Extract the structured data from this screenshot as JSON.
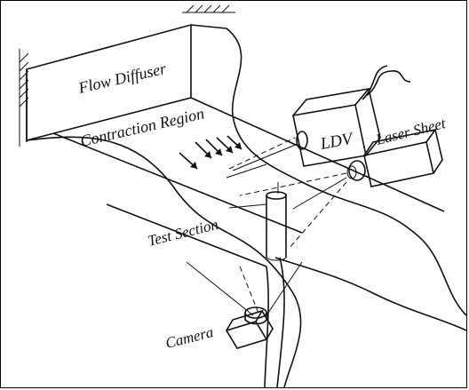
{
  "labels": {
    "flow_diffuser": "Flow Diffuser",
    "contraction_region": "Contraction Region",
    "ldv": "LDV",
    "laser_sheet": "Laser Sheet",
    "test_section": "Test Section",
    "camera": "Camera"
  }
}
